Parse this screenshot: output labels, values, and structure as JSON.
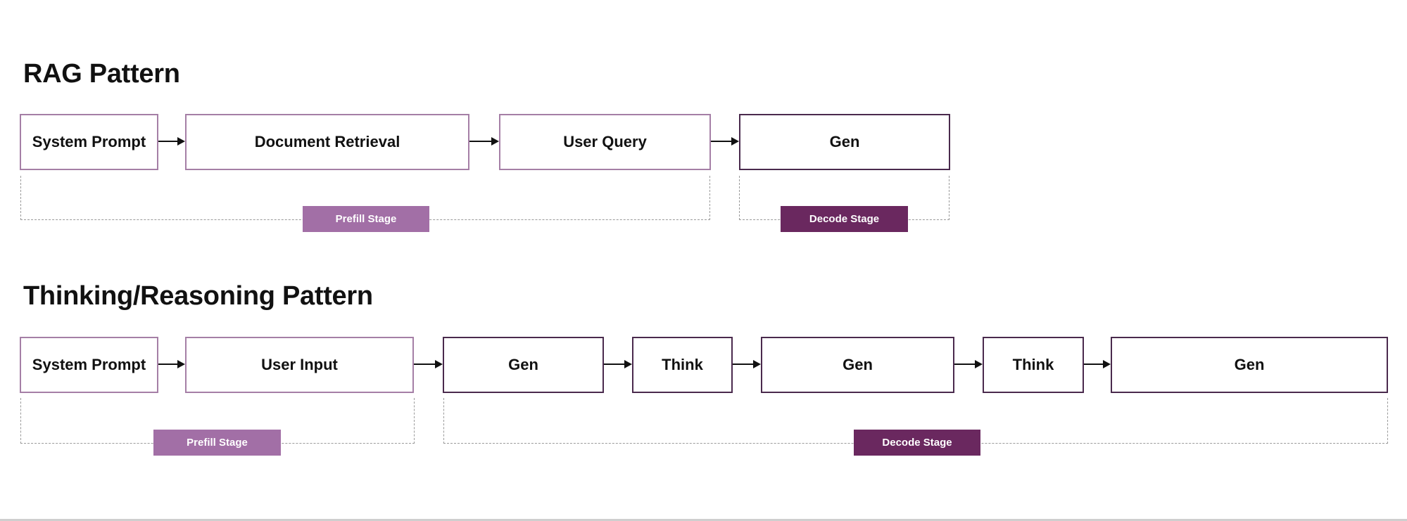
{
  "rag": {
    "title": "RAG Pattern",
    "boxes": {
      "system_prompt": "System Prompt",
      "document_retrieval": "Document Retrieval",
      "user_query": "User Query",
      "gen": "Gen"
    },
    "prefill_label": "Prefill Stage",
    "decode_label": "Decode Stage"
  },
  "thinking": {
    "title": "Thinking/Reasoning  Pattern",
    "boxes": {
      "system_prompt": "System Prompt",
      "user_input": "User Input",
      "gen_1": "Gen",
      "think_1": "Think",
      "gen_2": "Gen",
      "think_2": "Think",
      "gen_3": "Gen"
    },
    "prefill_label": "Prefill Stage",
    "decode_label": "Decode Stage"
  },
  "colors": {
    "prefill": "#a26fa6",
    "decode": "#6a285f",
    "prefill_border": "#a57fa6",
    "decode_border": "#4a2a4d"
  }
}
